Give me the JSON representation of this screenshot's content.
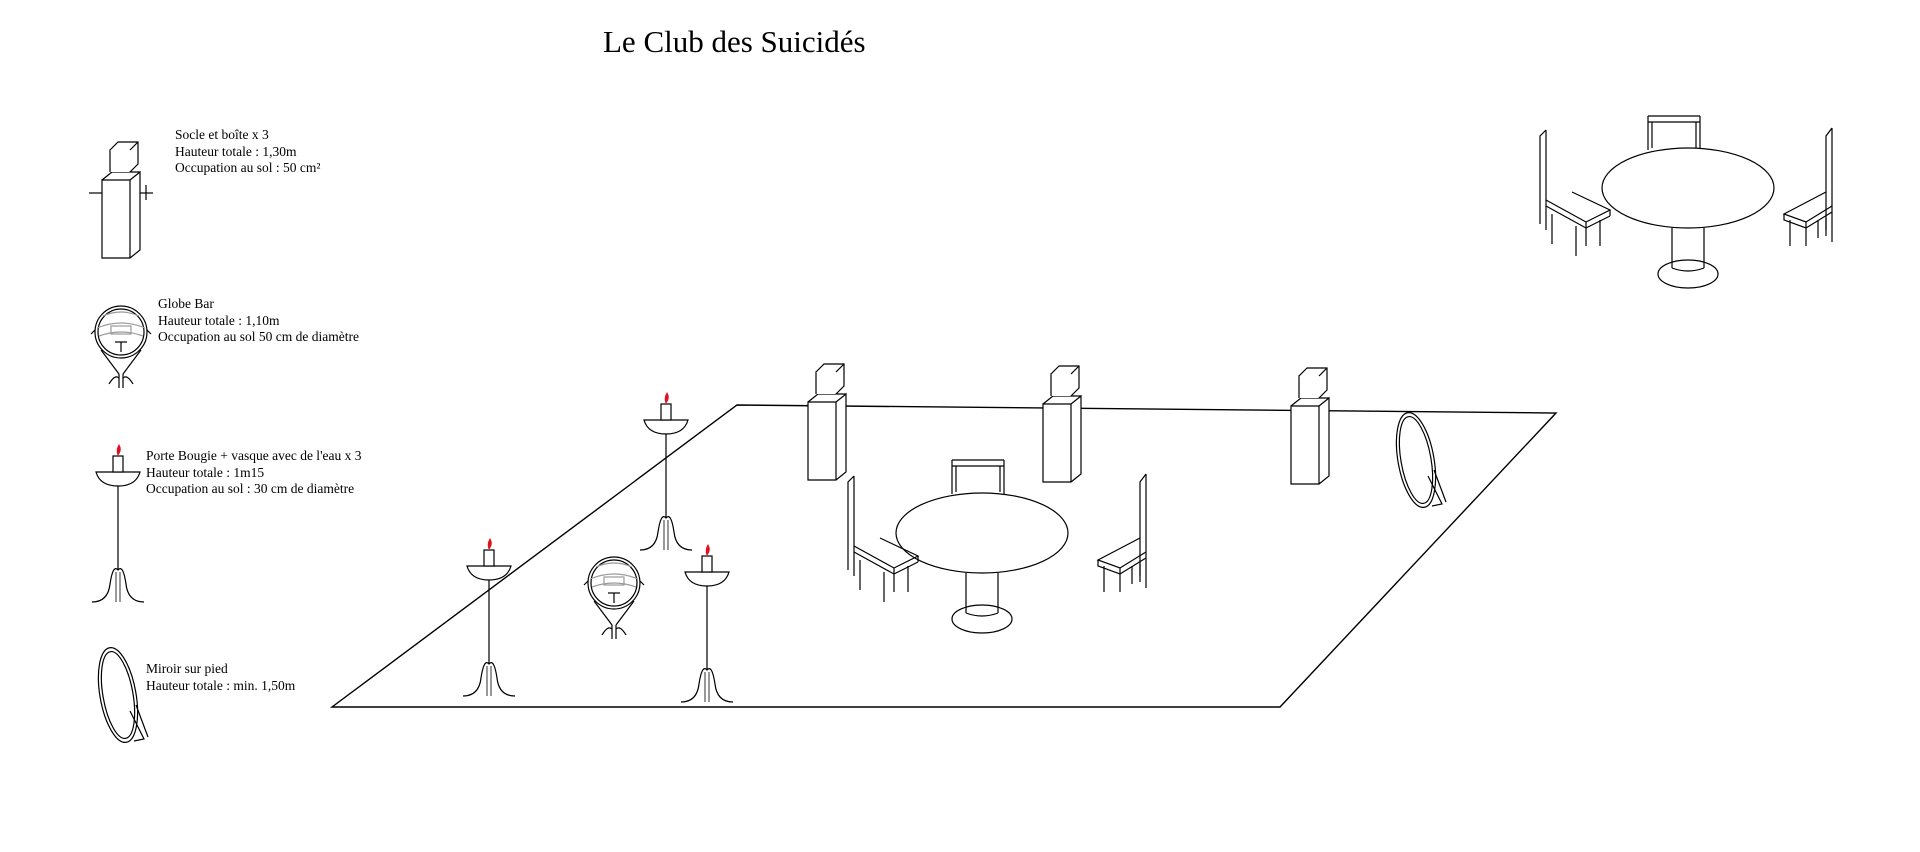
{
  "title": "Le Club des Suicidés",
  "legend": [
    {
      "icon": "pedestal-box-icon",
      "lines": [
        "Socle et boîte x 3",
        "Hauteur totale : 1,30m",
        "Occupation au sol : 50 cm²"
      ]
    },
    {
      "icon": "globe-bar-icon",
      "lines": [
        "Globe Bar",
        "Hauteur totale : 1,10m",
        "Occupation au sol 50 cm de diamètre"
      ]
    },
    {
      "icon": "candle-holder-icon",
      "lines": [
        "Porte Bougie + vasque avec de l'eau x 3",
        "Hauteur totale : 1m15",
        "Occupation au sol : 30 cm de diamètre"
      ]
    },
    {
      "icon": "standing-mirror-icon",
      "lines": [
        "Miroir sur pied",
        "Hauteur totale : min. 1,50m"
      ]
    }
  ],
  "colors": {
    "stroke": "#000000",
    "flame": "#e01020",
    "background": "#ffffff",
    "globe_gray": "#9a9a9a"
  }
}
